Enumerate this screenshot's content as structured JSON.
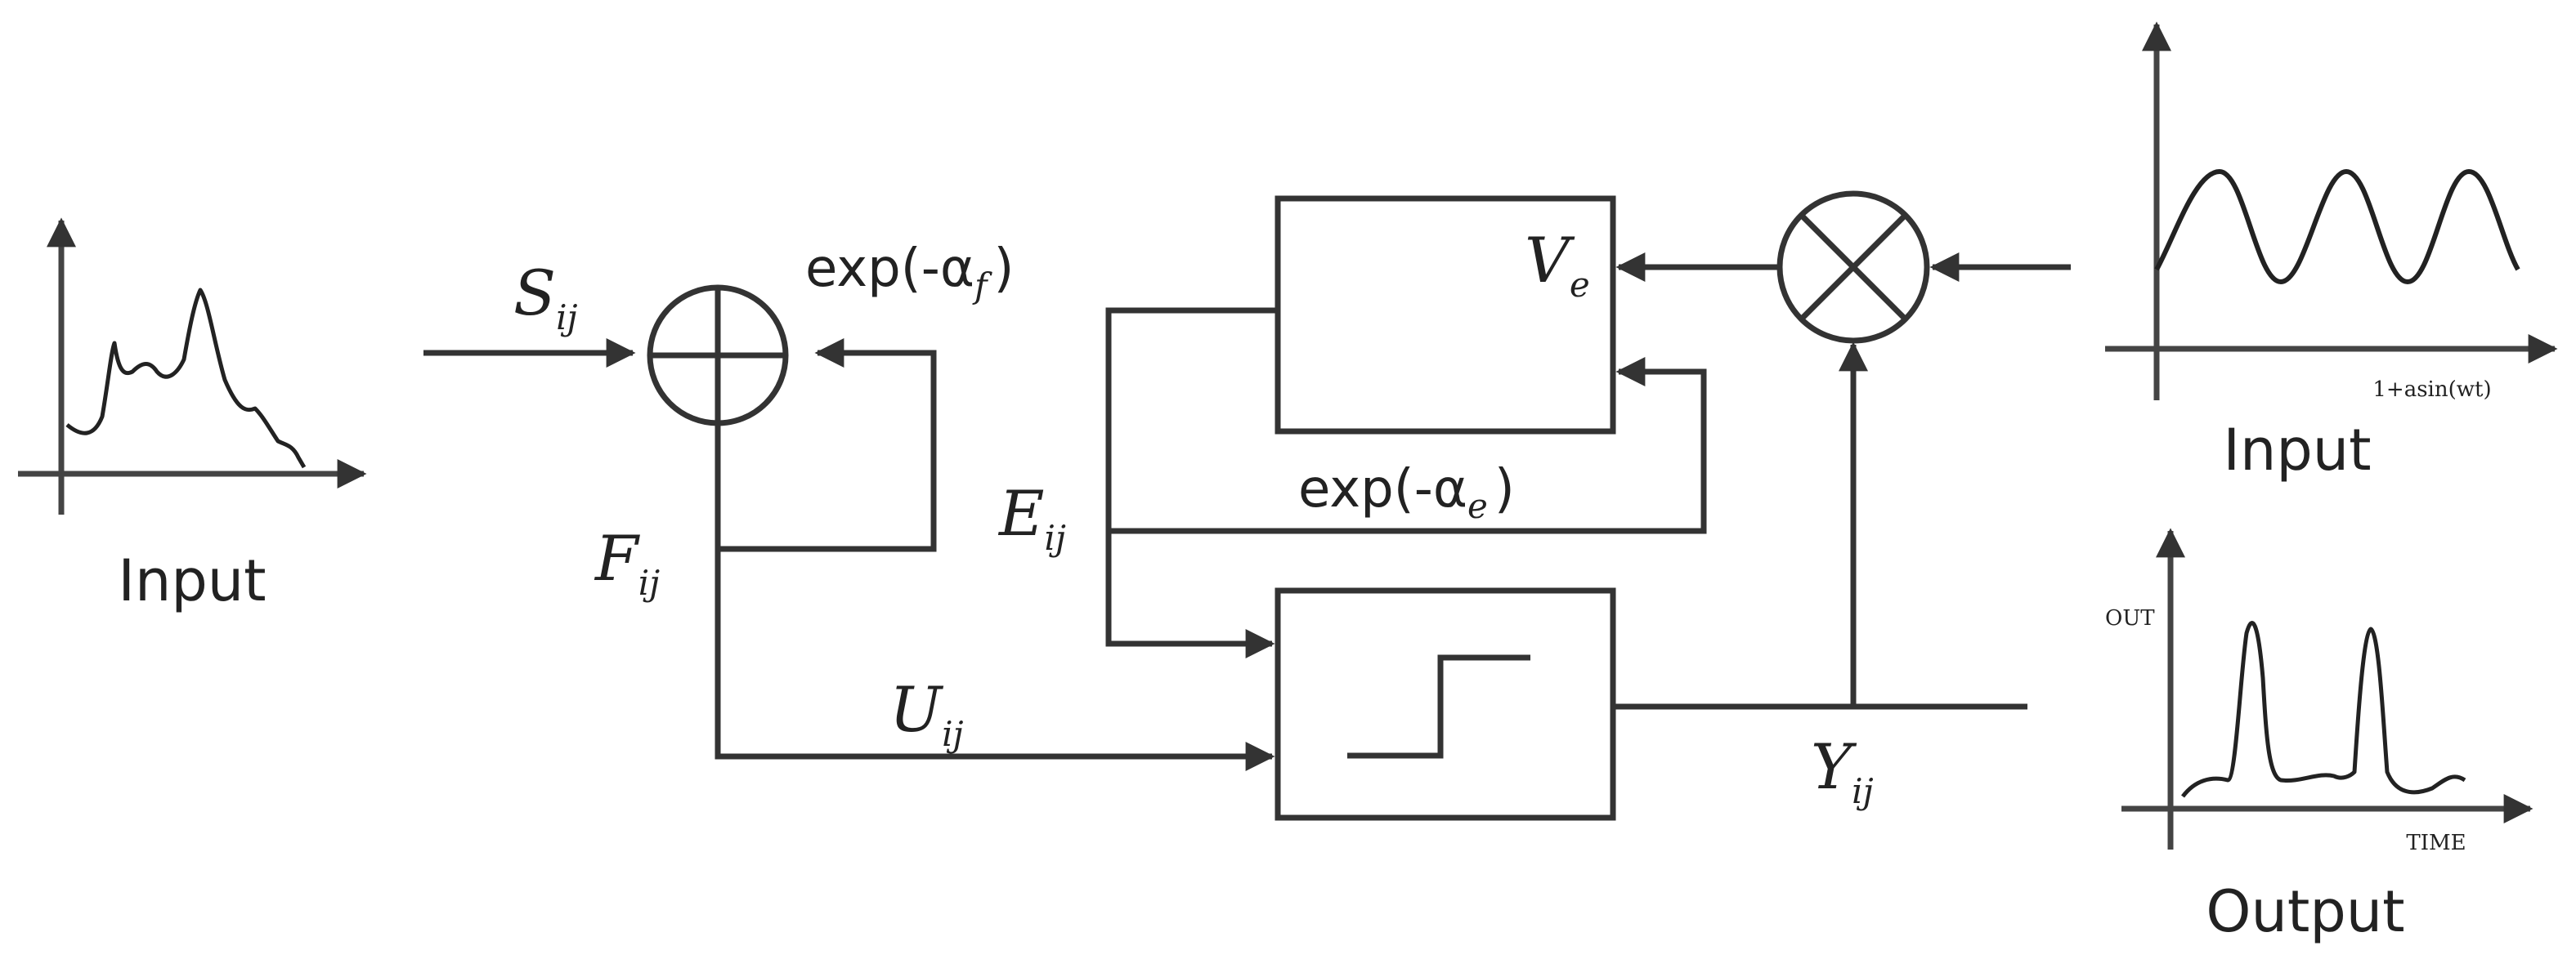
{
  "left_input": {
    "caption": "Input"
  },
  "sum_node": {
    "input_label": "S",
    "input_sub": "ij",
    "feedback_label": "exp(-α",
    "feedback_sub": "f",
    "feedback_close": ")",
    "output_label": "F",
    "output_sub": "ij"
  },
  "internal_activity": {
    "label": "U",
    "sub": "ij"
  },
  "threshold_block": {
    "input_label": "E",
    "input_sub": "ij",
    "decay_label": "exp(-α",
    "decay_sub": "e",
    "decay_close": ")",
    "box_label": "V",
    "box_sub": "e"
  },
  "output_signal": {
    "label": "Y",
    "sub": "ij"
  },
  "right_input": {
    "caption": "Input",
    "x_tick_label": "1+asin(wt)"
  },
  "right_output": {
    "caption": "Output",
    "y_label": "OUT",
    "x_label": "TIME"
  },
  "colors": {
    "line": "#333333",
    "background": "#ffffff"
  }
}
